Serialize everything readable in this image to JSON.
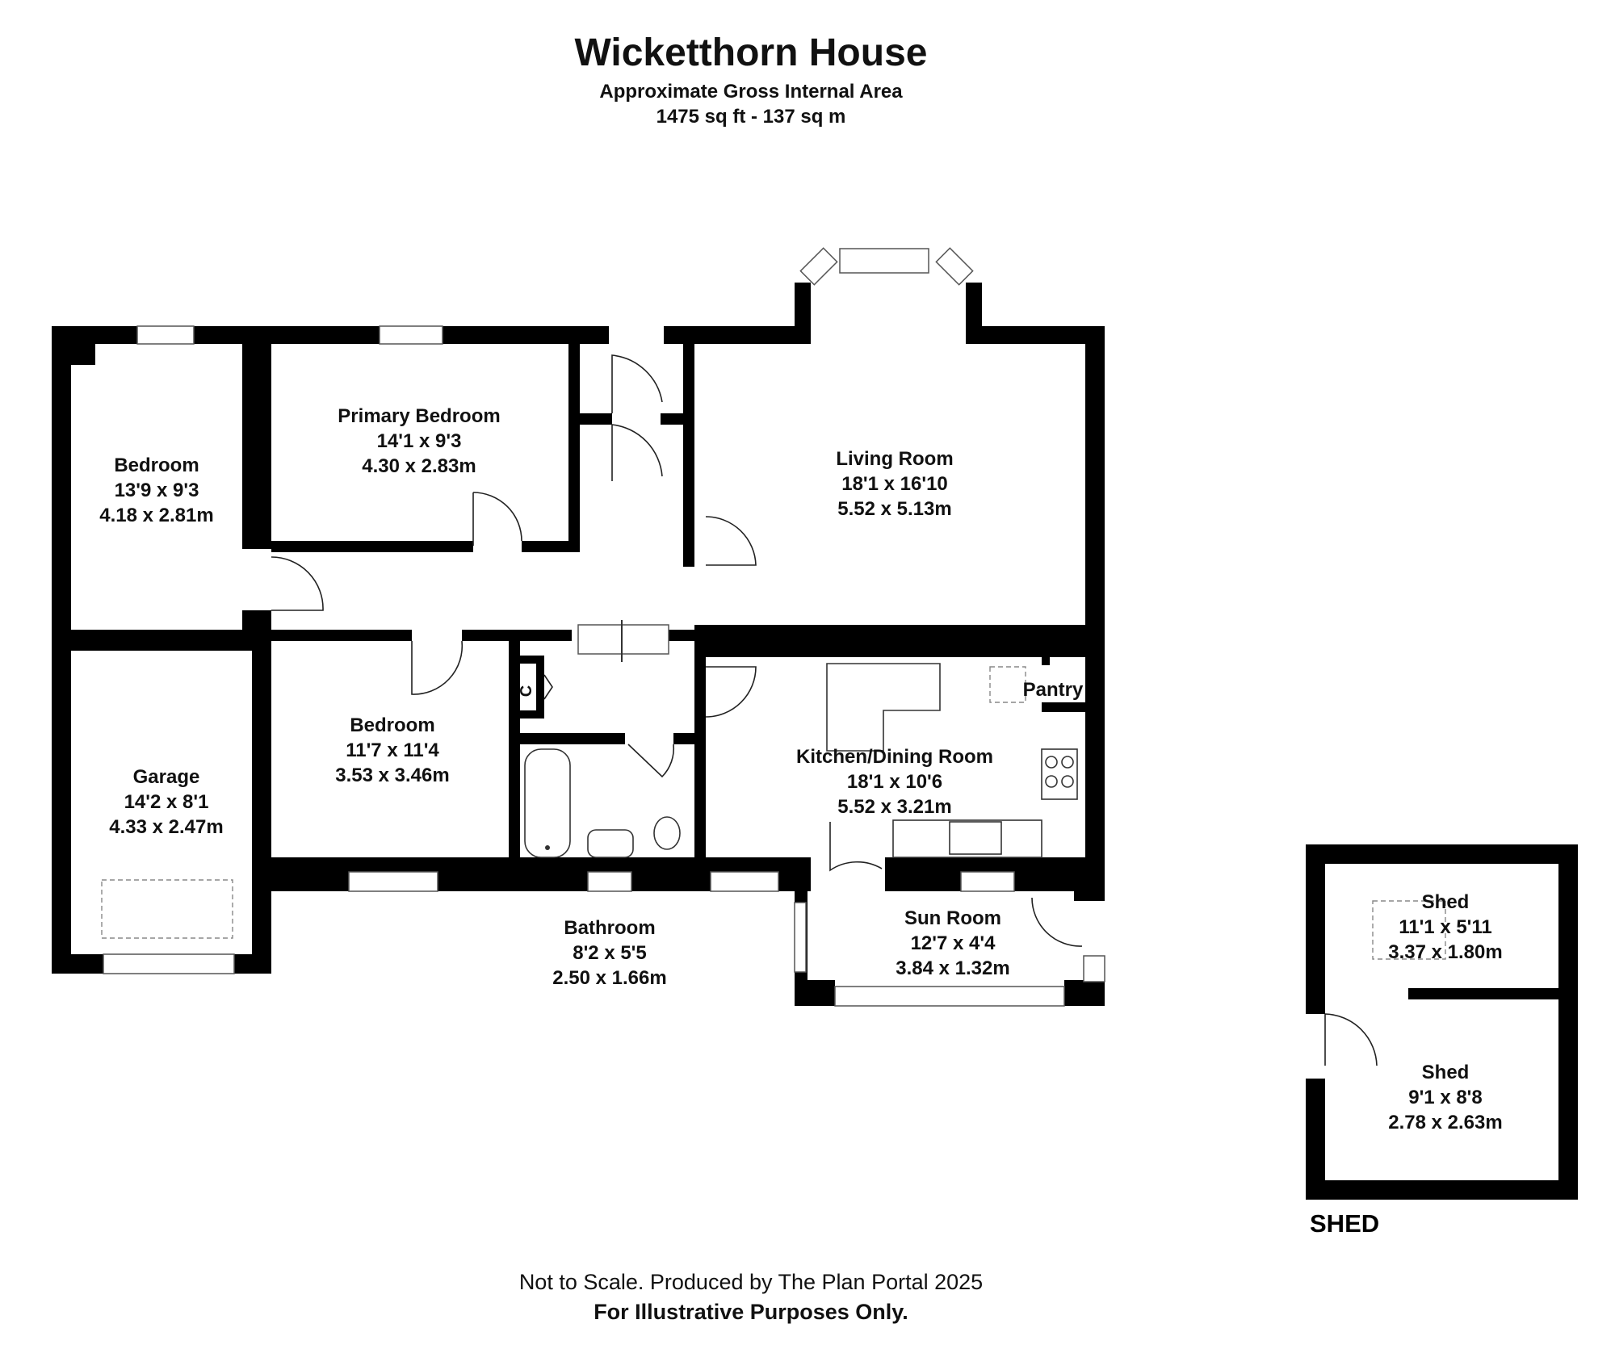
{
  "header": {
    "title": "Wicketthorn House",
    "subtitle": "Approximate Gross Internal Area",
    "area": "1475 sq ft - 137 sq m"
  },
  "rooms": [
    {
      "id": "bedroom-left",
      "name": "Bedroom",
      "imperial": "13'9 x 9'3",
      "metric": "4.18 x 2.81m"
    },
    {
      "id": "primary-bedroom",
      "name": "Primary Bedroom",
      "imperial": "14'1 x 9'3",
      "metric": "4.30 x 2.83m"
    },
    {
      "id": "living-room",
      "name": "Living Room",
      "imperial": "18'1 x 16'10",
      "metric": "5.52 x 5.13m"
    },
    {
      "id": "garage",
      "name": "Garage",
      "imperial": "14'2 x 8'1",
      "metric": "4.33 x 2.47m"
    },
    {
      "id": "bedroom-middle",
      "name": "Bedroom",
      "imperial": "11'7 x 11'4",
      "metric": "3.53 x 3.46m"
    },
    {
      "id": "kitchen-dining",
      "name": "Kitchen/Dining Room",
      "imperial": "18'1 x 10'6",
      "metric": "5.52 x 3.21m"
    },
    {
      "id": "bathroom",
      "name": "Bathroom",
      "imperial": "8'2 x 5'5",
      "metric": "2.50 x 1.66m"
    },
    {
      "id": "sun-room",
      "name": "Sun Room",
      "imperial": "12'7 x 4'4",
      "metric": "3.84 x 1.32m"
    },
    {
      "id": "shed-upper",
      "name": "Shed",
      "imperial": "11'1 x 5'11",
      "metric": "3.37 x 1.80m"
    },
    {
      "id": "shed-lower",
      "name": "Shed",
      "imperial": "9'1 x 8'8",
      "metric": "2.78 x 2.63m"
    }
  ],
  "small_labels": {
    "pantry": "Pantry",
    "cupboard": "C"
  },
  "shed_title": "SHED",
  "footer": {
    "disclaimer": "Not to Scale. Produced by The Plan Portal 2025",
    "purpose": "For Illustrative Purposes Only."
  },
  "colors": {
    "wall": "#000000",
    "background": "#ffffff",
    "text": "#111111"
  }
}
